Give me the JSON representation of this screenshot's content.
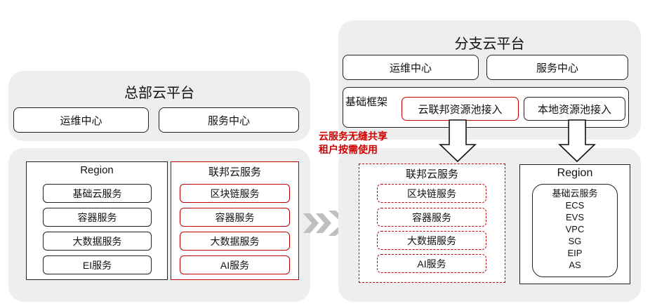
{
  "hq": {
    "title": "总部云平台",
    "ops_center": "运维中心",
    "service_center": "服务中心",
    "region": {
      "title": "Region",
      "items": [
        "基础云服务",
        "容器服务",
        "大数据服务",
        "EI服务"
      ]
    },
    "federated": {
      "title": "联邦云服务",
      "items": [
        "区块链服务",
        "容器服务",
        "大数据服务",
        "AI服务"
      ]
    }
  },
  "branch": {
    "title": "分支云平台",
    "ops_center": "运维中心",
    "service_center": "服务中心",
    "framework_label": "基础框架",
    "federated_pool_access": "云联邦资源池接入",
    "local_pool_access": "本地资源池接入",
    "federated": {
      "title": "联邦云服务",
      "items": [
        "区块链服务",
        "容器服务",
        "大数据服务",
        "AI服务"
      ]
    },
    "region": {
      "title": "Region",
      "basic_title": "基础云服务",
      "basic_items": [
        "ECS",
        "EVS",
        "VPC",
        "SG",
        "EIP",
        "AS"
      ]
    }
  },
  "note": {
    "line1": "云服务无缝共享",
    "line2": "租户按需使用"
  },
  "colors": {
    "panel_bg": "#eeeeee",
    "accent_red": "#c00000",
    "arrow_gray": "#bfbfbf"
  }
}
